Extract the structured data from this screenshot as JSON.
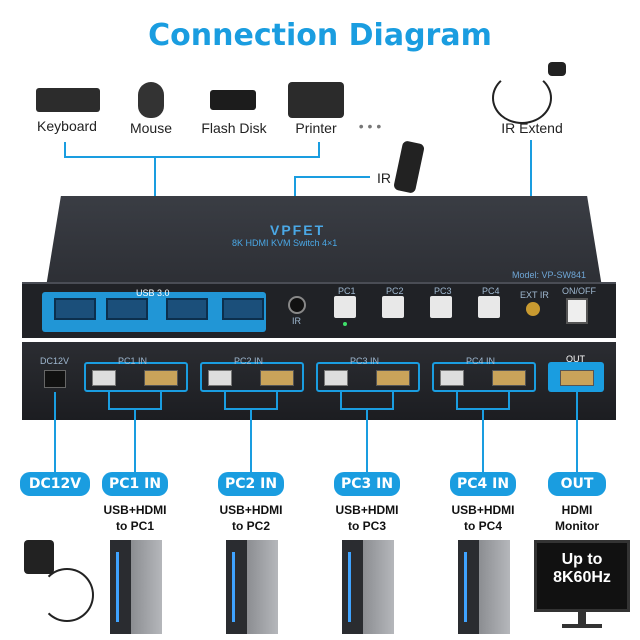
{
  "title": "Connection Diagram",
  "peripherals": {
    "keyboard": "Keyboard",
    "mouse": "Mouse",
    "flash_disk": "Flash Disk",
    "printer": "Printer",
    "more": "• • •",
    "ir_extend": "IR Extend",
    "ir": "IR"
  },
  "device": {
    "brand": "VPFET",
    "model_line": "8K HDMI KVM Switch 4×1",
    "model": "Model: VP-SW841",
    "usb_label": "USB 3.0",
    "ir_label": "IR",
    "pc_buttons": [
      "PC1",
      "PC2",
      "PC3",
      "PC4"
    ],
    "ext_ir": "EXT IR",
    "on_off": "ON/OFF",
    "dc_label": "DC12V",
    "rear_ports": [
      "PC1 IN",
      "PC2 IN",
      "PC3 IN",
      "PC4 IN"
    ],
    "out_label": "OUT"
  },
  "badges": [
    "DC12V",
    "PC1 IN",
    "PC2 IN",
    "PC3 IN",
    "PC4 IN",
    "OUT"
  ],
  "descriptions": {
    "pc1": [
      "USB+HDMI",
      "to PC1"
    ],
    "pc2": [
      "USB+HDMI",
      "to PC2"
    ],
    "pc3": [
      "USB+HDMI",
      "to PC3"
    ],
    "pc4": [
      "USB+HDMI",
      "to PC4"
    ],
    "out": [
      "HDMI",
      "Monitor"
    ]
  },
  "monitor": [
    "Up to",
    "8K60Hz"
  ],
  "colors": {
    "accent": "#1a9de0",
    "device": "#25272c"
  }
}
